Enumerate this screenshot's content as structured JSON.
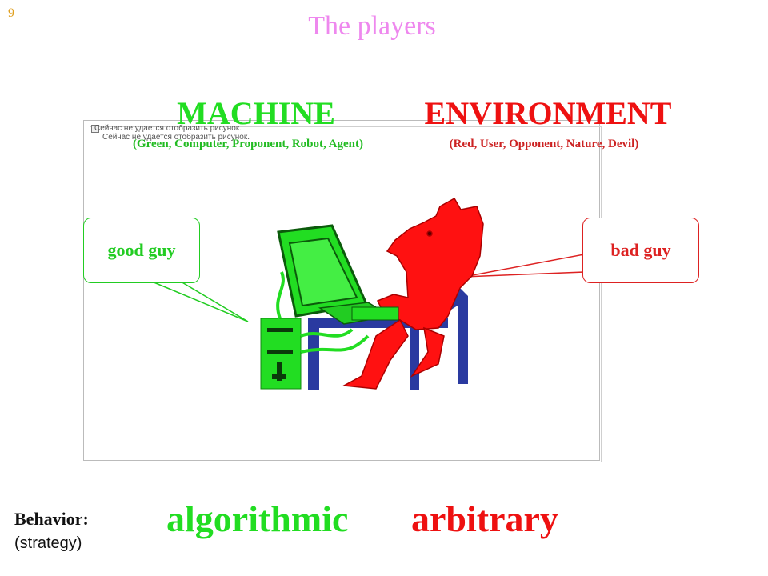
{
  "slide": {
    "number": "9",
    "title": "The players"
  },
  "players": {
    "machine": {
      "heading": "MACHINE",
      "aliases": "(Green, Computer,  Proponent, Robot, Agent)",
      "bubble": "good guy",
      "behavior": "algorithmic",
      "color": "#22dd22"
    },
    "environment": {
      "heading": "ENVIRONMENT",
      "aliases": "(Red, User, Opponent, Nature,  Devil)",
      "bubble": "bad guy",
      "behavior": "arbitrary",
      "color": "#ee1111"
    }
  },
  "picture": {
    "caption_line1": "Сейчас не удается отобразить рисунок.",
    "caption_line2": "Сейчас не удается отобразить рисунок."
  },
  "behavior": {
    "label": "Behavior:",
    "sublabel": "(strategy)"
  },
  "icons": {
    "broken_image": "broken-image-icon"
  }
}
